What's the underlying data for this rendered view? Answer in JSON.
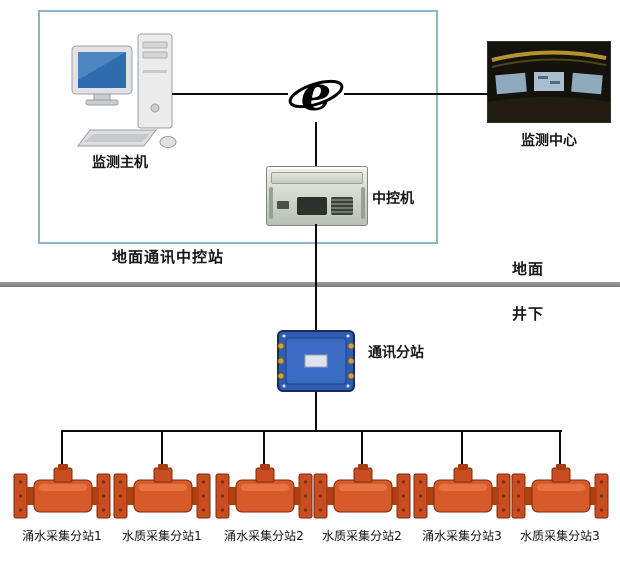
{
  "diagram": {
    "ground_box_label": "地面通讯中控站",
    "host_label": "监测主机",
    "center_label": "监测中心",
    "server_label": "中控机",
    "surface_label": "地面",
    "underground_label": "井下",
    "substation_label": "通讯分站",
    "leaf_nodes": [
      {
        "label": "涌水采集分站1"
      },
      {
        "label": "水质采集分站1"
      },
      {
        "label": "涌水采集分站2"
      },
      {
        "label": "水质采集分站2"
      },
      {
        "label": "涌水采集分站3"
      },
      {
        "label": "水质采集分站3"
      }
    ]
  },
  "icons": {
    "internet_icon_name": "internet-e-icon",
    "internet_glyph": "e"
  },
  "colors": {
    "ground_box_border": "#8fb3cd",
    "divider_gray": "#8c8c8c",
    "junction_blue": "#2f5cae",
    "sensor_orange": "#d05a2a",
    "connector_line": "#0b0b0b"
  }
}
